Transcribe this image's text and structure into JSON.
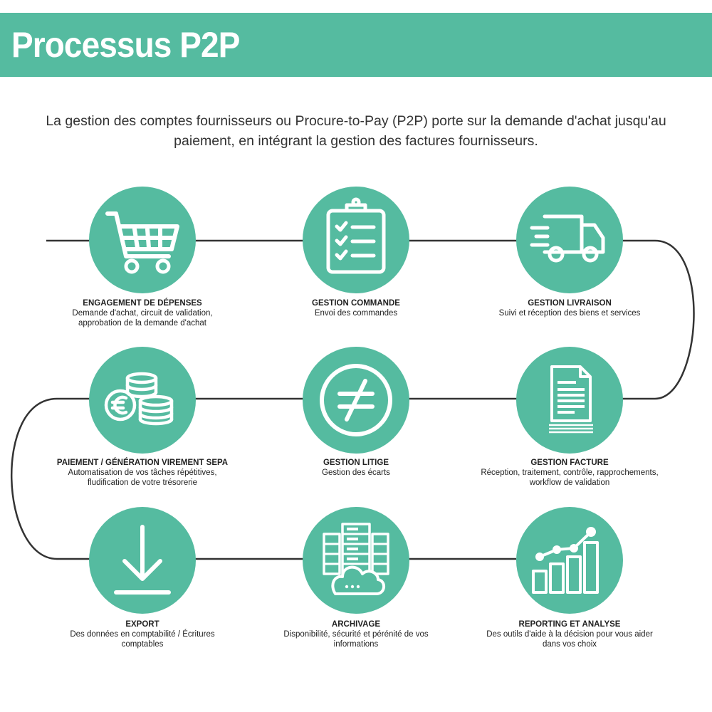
{
  "title": "Processus P2P",
  "intro": "La gestion des comptes fournisseurs ou Procure-to-Pay (P2P) porte sur la demande d'achat jusqu'au paiement, en intégrant la gestion des factures fournisseurs.",
  "colors": {
    "accent": "#55bba0",
    "line": "#333333",
    "text": "#222222"
  },
  "steps": [
    {
      "icon": "shopping-cart-icon",
      "title": "ENGAGEMENT DE DÉPENSES",
      "desc": "Demande d'achat, circuit de validation, approbation de la demande d'achat"
    },
    {
      "icon": "clipboard-checklist-icon",
      "title": "GESTION COMMANDE",
      "desc": "Envoi des commandes"
    },
    {
      "icon": "delivery-truck-icon",
      "title": "GESTION LIVRAISON",
      "desc": "Suivi et réception des biens et services"
    },
    {
      "icon": "invoice-document-icon",
      "title": "GESTION FACTURE",
      "desc": "Réception, traitement, contrôle, rapprochements, workflow de validation"
    },
    {
      "icon": "not-equal-icon",
      "title": "GESTION LITIGE",
      "desc": "Gestion des écarts"
    },
    {
      "icon": "euro-coins-icon",
      "title": "PAIEMENT / GÉNÉRATION VIREMENT SEPA",
      "desc": "Automatisation de vos tâches répétitives, fludification de votre trésorerie"
    },
    {
      "icon": "download-icon",
      "title": "EXPORT",
      "desc": "Des données en comptabilité / Écritures comptables"
    },
    {
      "icon": "server-cloud-icon",
      "title": "ARCHIVAGE",
      "desc": "Disponibilité, sécurité et pérénité de vos informations"
    },
    {
      "icon": "growth-chart-icon",
      "title": "REPORTING ET ANALYSE",
      "desc": "Des outils d'aide à la décision pour vous aider dans vos choix"
    }
  ]
}
